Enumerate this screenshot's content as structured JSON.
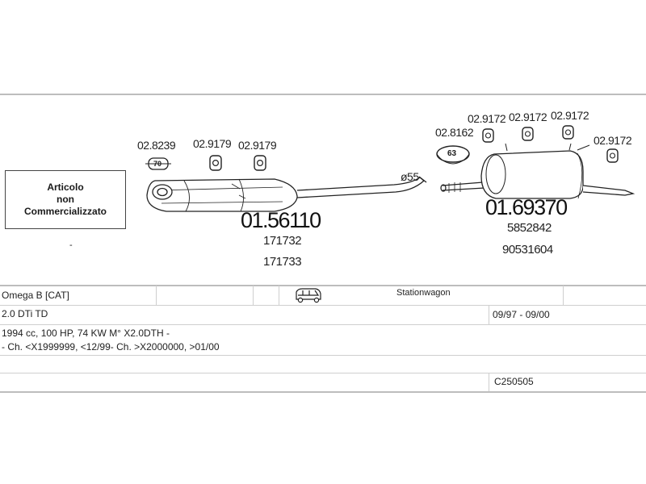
{
  "notice": {
    "line1": "Articolo",
    "line2": "non",
    "line3": "Commercializzato"
  },
  "front_section": {
    "part_numbers": {
      "clamp": "02.8239",
      "hanger_1": "02.9179",
      "hanger_2": "02.9179"
    },
    "clamp_label": "70",
    "main_part": "01.56110",
    "refs": [
      "171732",
      "171733"
    ]
  },
  "pipe_diameter": "ø55",
  "rear_section": {
    "part_numbers": {
      "clamp": "02.8162",
      "hanger_1": "02.9172",
      "hanger_2": "02.9172",
      "hanger_3": "02.9172",
      "hanger_4": "02.9172"
    },
    "clamp_label": "63",
    "main_part": "01.69370",
    "refs": [
      "5852842",
      "90531604"
    ]
  },
  "dash": "-",
  "vehicle": {
    "model": "Omega B  [CAT]",
    "body_type": "Stationwagon",
    "engine": "2.0 DTi TD",
    "years": "09/97 - 09/00",
    "spec": "1994 cc, 100 HP, 74 KW M° X2.0DTH -",
    "chassis": "- Ch. <X1999999, <12/99- Ch. >X2000000, >01/00",
    "code": "C250505"
  },
  "icons": {
    "van": "van-icon"
  }
}
